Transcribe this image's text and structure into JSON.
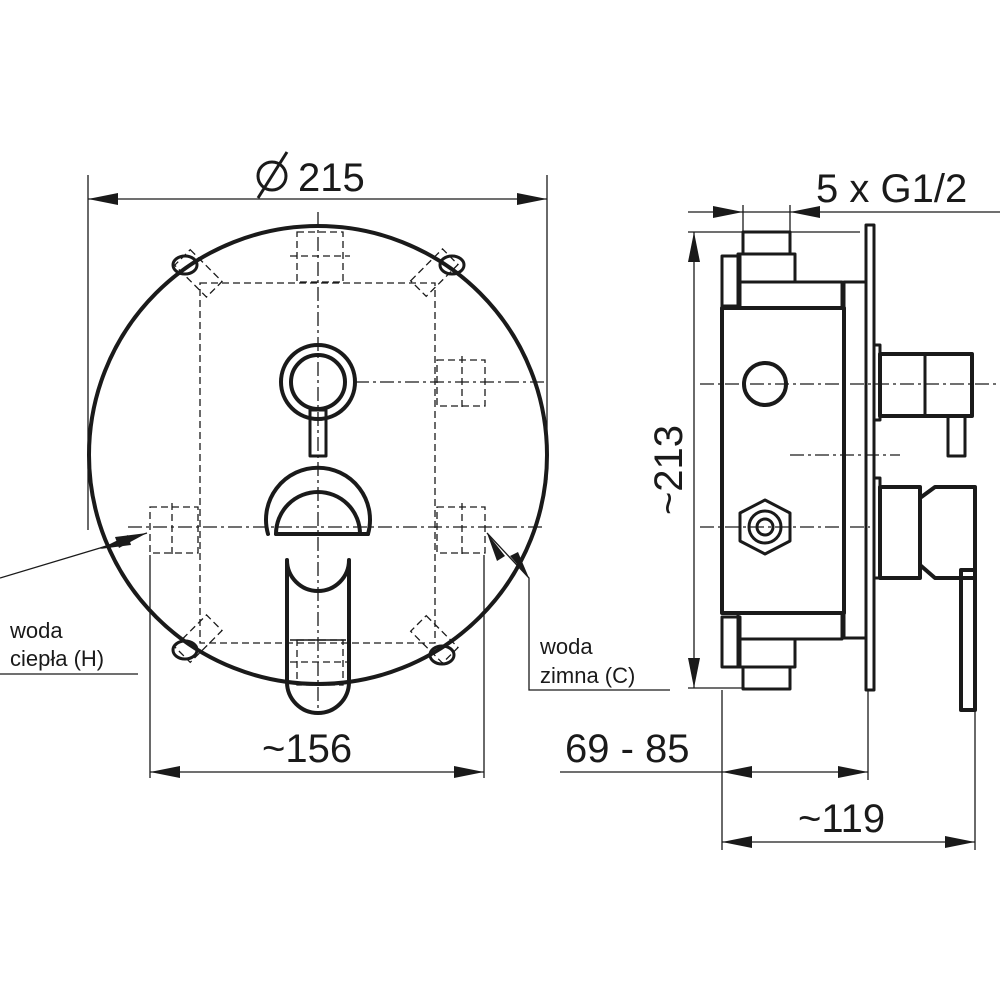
{
  "dimensions": {
    "diameter_symbol": "⌀",
    "diameter": "215",
    "mounting_width": "~156",
    "height": "~213",
    "connections": "5 x G1/2",
    "depth_range": "69 - 85",
    "total_depth": "~119"
  },
  "labels": {
    "hot_line1": "woda",
    "hot_line2": "ciepła (H)",
    "cold_line1": "woda",
    "cold_line2": "zimna (C)"
  }
}
